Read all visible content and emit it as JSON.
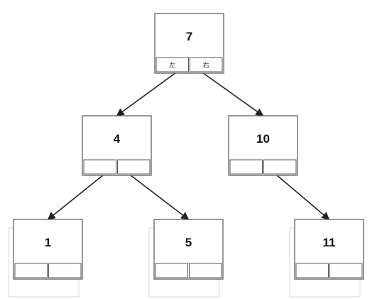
{
  "tree": {
    "nodes": [
      {
        "id": "n7",
        "value": "7",
        "left_label": "左",
        "right_label": "右"
      },
      {
        "id": "n4",
        "value": "4",
        "left_label": "",
        "right_label": ""
      },
      {
        "id": "n10",
        "value": "10",
        "left_label": "",
        "right_label": ""
      },
      {
        "id": "n1",
        "value": "1",
        "left_label": "",
        "right_label": ""
      },
      {
        "id": "n5",
        "value": "5",
        "left_label": "",
        "right_label": ""
      },
      {
        "id": "n11",
        "value": "11",
        "left_label": "",
        "right_label": ""
      }
    ],
    "edges": [
      {
        "from": "n7",
        "to": "n4",
        "side": "left"
      },
      {
        "from": "n7",
        "to": "n10",
        "side": "right"
      },
      {
        "from": "n4",
        "to": "n1",
        "side": "left"
      },
      {
        "from": "n4",
        "to": "n5",
        "side": "right"
      },
      {
        "from": "n10",
        "to": "n11",
        "side": "right"
      }
    ]
  },
  "colors": {
    "border": "#555555",
    "arrow": "#222222",
    "text": "#111111",
    "ghost": "#d8d8d8"
  }
}
